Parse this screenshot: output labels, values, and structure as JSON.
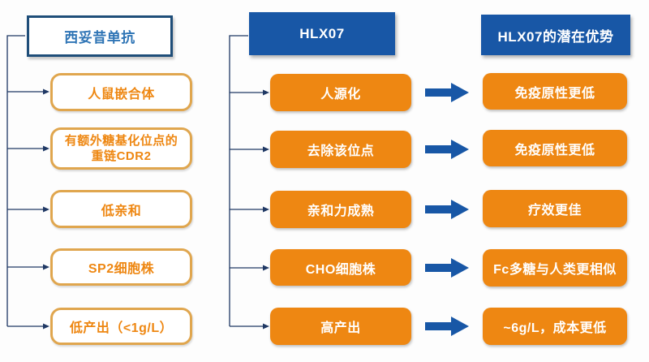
{
  "diagram": {
    "type": "comparison-flow",
    "columns": [
      {
        "id": "cetuximab",
        "title": "西妥昔单抗",
        "items": [
          "人鼠嵌合体",
          "有额外糖基化位点的重链CDR2",
          "低亲和",
          "SP2细胞株",
          "低产出（<1g/L）"
        ]
      },
      {
        "id": "hlx07",
        "title": "HLX07",
        "items": [
          "人源化",
          "去除该位点",
          "亲和力成熟",
          "CHO细胞株",
          "高产出"
        ]
      },
      {
        "id": "advantages",
        "title": "HLX07的潜在优势",
        "items": [
          "免疫原性更低",
          "免疫原性更低",
          "疗效更佳",
          "Fc多糖与人类更相似",
          "~6g/L，成本更低"
        ]
      }
    ],
    "colors": {
      "blue": "#1857a6",
      "orange_fill": "#ee8712",
      "orange_outline_border": "#e0a64e",
      "title_border_navy": "#1f4e79",
      "title_text_blue": "#2e74b5",
      "connector_line": "#1f3864",
      "background": "#fdfdfd"
    }
  }
}
